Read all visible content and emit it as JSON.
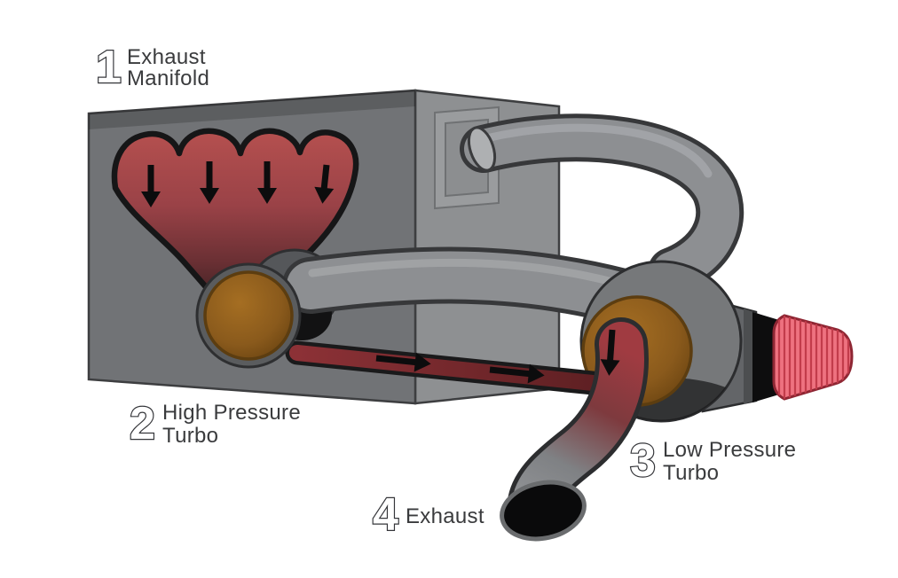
{
  "figure": {
    "kind": "sequential-twin-turbo-flow-diagram",
    "background": "#ffffff"
  },
  "labels": [
    {
      "id": "exhaust-manifold",
      "number": "1",
      "lines": [
        "Exhaust",
        "Manifold"
      ]
    },
    {
      "id": "high-pressure-turbo",
      "number": "2",
      "lines": [
        "High Pressure",
        "Turbo"
      ]
    },
    {
      "id": "low-pressure-turbo",
      "number": "3",
      "lines": [
        "Low Pressure",
        "Turbo"
      ]
    },
    {
      "id": "exhaust",
      "number": "4",
      "lines": [
        "Exhaust"
      ]
    }
  ],
  "icons": {
    "flow-arrow-down": "↓",
    "flow-arrow-right": "→"
  },
  "colors": {
    "manifold_red": "#9c4247",
    "turbo_brown": "#8a5a1c",
    "pipe_gray": "#8d8f92",
    "block_gray": "#717376",
    "block_side_gray": "#8e9092",
    "filter_pink": "#ee7280",
    "filter_rib_red": "#c23c4b",
    "outline_black": "#161617",
    "label_text": "#3a3b3d",
    "number_outline": "#35363a"
  }
}
